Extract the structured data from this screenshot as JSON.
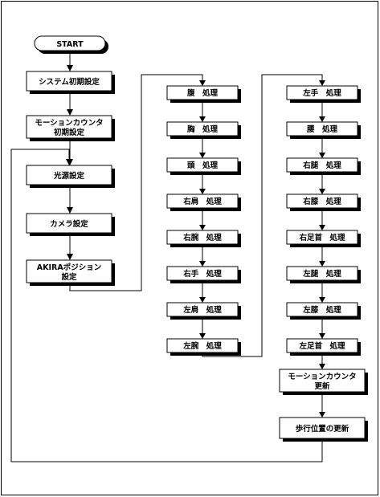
{
  "nodes": {
    "start": "START",
    "system_init": "システム初期設定",
    "motion_counter_init_1": "モーションカウンタ",
    "motion_counter_init_2": "初期設定",
    "light_setting": "光源設定",
    "camera_setting": "カメラ設定",
    "akira_pos_1": "AKIRAポジション",
    "akira_pos_2": "設定",
    "c2_1": "腹　処理",
    "c2_2": "胸　処理",
    "c2_3": "頭　処理",
    "c2_4": "右肩　処理",
    "c2_5": "右腕　処理",
    "c2_6": "右手　処理",
    "c2_7": "左肩　処理",
    "c2_8": "左腕　処理",
    "c3_1": "左手　処理",
    "c3_2": "腰　処理",
    "c3_3": "右腿　処理",
    "c3_4": "右膝　処理",
    "c3_5": "右足首　処理",
    "c3_6": "左腿　処理",
    "c3_7": "左膝　処理",
    "c3_8": "左足首　処理",
    "motion_counter_update_1": "モーションカウンタ",
    "motion_counter_update_2": "更新",
    "walk_position_update": "歩行位置の更新"
  }
}
